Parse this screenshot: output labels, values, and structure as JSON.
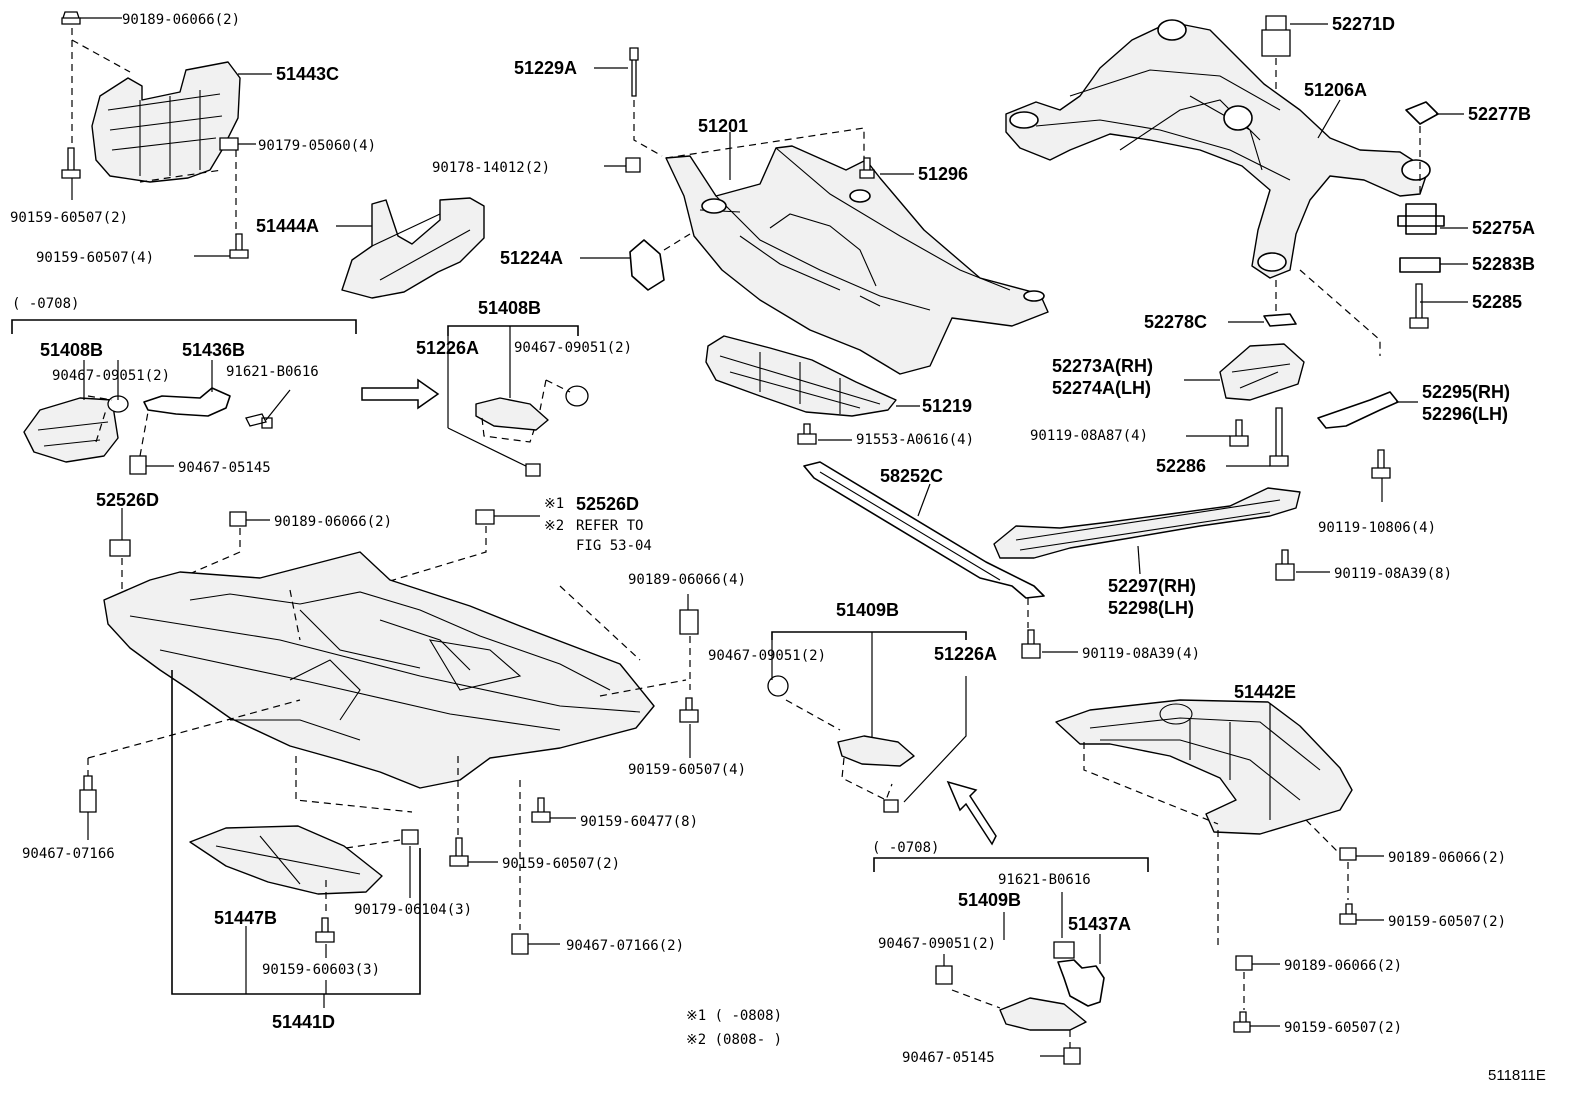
{
  "diagram": {
    "figure_id": "511811E",
    "notes": [
      "※1 (      -0808)",
      "※2 (0808-       )"
    ],
    "ranges": {
      "top_left": "(    -0708)",
      "bottom_middle": "(    -0708)"
    },
    "refer_to": {
      "part": "52526D",
      "note1_mark": "※1",
      "note2_mark": "※2",
      "line1": "REFER TO",
      "line2": "FIG 53-04"
    },
    "callouts": {
      "c90189_06066_2_tl": "90189-06066(2)",
      "c51443C": "51443C",
      "c90179_05060": "90179-05060(4)",
      "c90159_60507_2_tl": "90159-60507(2)",
      "c51444A": "51444A",
      "c90159_60507_4_tl": "90159-60507(4)",
      "c51229A": "51229A",
      "c51201": "51201",
      "c90178_14012": "90178-14012(2)",
      "c51296": "51296",
      "c51224A": "51224A",
      "c52271D": "52271D",
      "c51206A": "51206A",
      "c52277B": "52277B",
      "c52275A": "52275A",
      "c52283B": "52283B",
      "c52285": "52285",
      "c52278C": "52278C",
      "c52273A": "52273A(RH)",
      "c52274A": "52274A(LH)",
      "c52295": "52295(RH)",
      "c52296": "52296(LH)",
      "c90119_08A87": "90119-08A87(4)",
      "c52286": "52286",
      "c90119_10806": "90119-10806(4)",
      "c51408B_left": "51408B",
      "c51436B": "51436B",
      "c90467_09051_left": "90467-09051(2)",
      "c91621_B0616_left": "91621-B0616",
      "c90467_05145_left": "90467-05145",
      "c51408B_mid": "51408B",
      "c51226A_top": "51226A",
      "c90467_09051_mid": "90467-09051(2)",
      "c51219": "51219",
      "c91553_A0616": "91553-A0616(4)",
      "c58252C": "58252C",
      "c52297": "52297(RH)",
      "c52298": "52298(LH)",
      "c90119_08A39_8": "90119-08A39(8)",
      "c90119_08A39_4": "90119-08A39(4)",
      "c52526D": "52526D",
      "c90189_06066_2_mid": "90189-06066(2)",
      "c90189_06066_4": "90189-06066(4)",
      "c90159_60507_4_mid": "90159-60507(4)",
      "c90467_07166": "90467-07166",
      "c90159_60477": "90159-60477(8)",
      "c90159_60507_2_mid": "90159-60507(2)",
      "c51447B": "51447B",
      "c90179_06104": "90179-06104(3)",
      "c90159_60603": "90159-60603(3)",
      "c90467_07166_2": "90467-07166(2)",
      "c51441D": "51441D",
      "c51409B_top": "51409B",
      "c90467_09051_lower": "90467-09051(2)",
      "c51226A_lower": "51226A",
      "c51442E": "51442E",
      "c90189_06066_2_r1": "90189-06066(2)",
      "c90159_60507_2_r1": "90159-60507(2)",
      "c90189_06066_2_r2": "90189-06066(2)",
      "c90159_60507_2_r2": "90159-60507(2)",
      "c91621_B0616_bot": "91621-B0616",
      "c51409B_bot": "51409B",
      "c51437A": "51437A",
      "c90467_09051_bot": "90467-09051(2)",
      "c90467_05145_bot": "90467-05145"
    }
  }
}
